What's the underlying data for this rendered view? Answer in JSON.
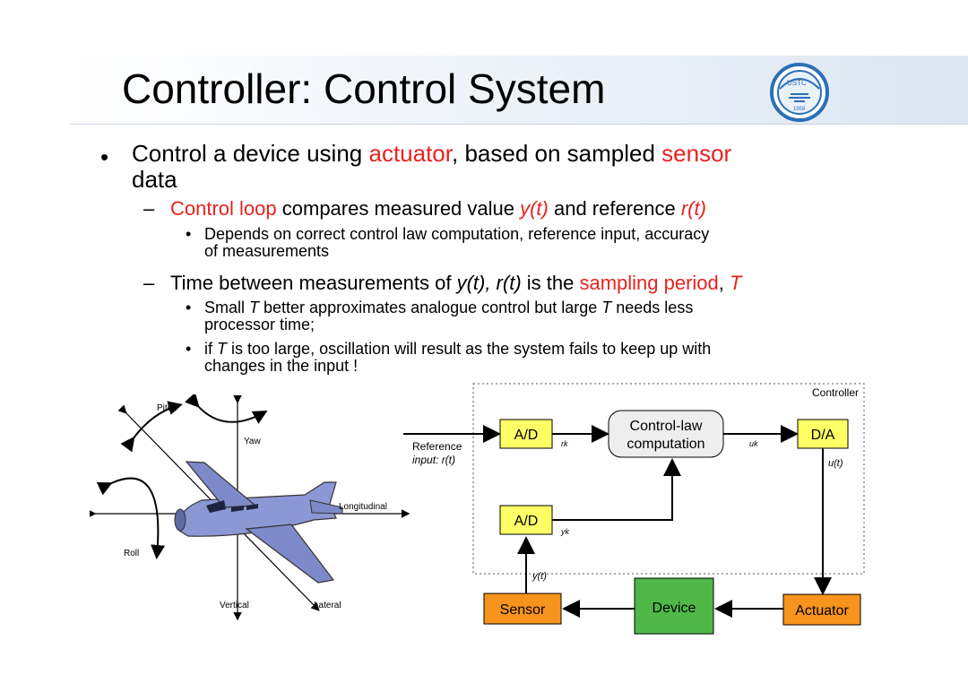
{
  "slide": {
    "title": "Controller: Control System",
    "logo_text": "USTC",
    "logo_year": "1958"
  },
  "bullets": {
    "b1_prefix": "Control a device using ",
    "b1_actuator": "actuator",
    "b1_mid": ", based on sampled ",
    "b1_sensor": "sensor",
    "b1_end": "data",
    "s1_control_loop": "Control loop",
    "s1_mid": " compares measured value ",
    "s1_yt": "y(t)",
    "s1_and": " and reference ",
    "s1_rt": "r(t)",
    "s1a_line1": "Depends on correct control law computation, reference input, accuracy",
    "s1a_line2": "of measurements",
    "s2_prefix": "Time between measurements of ",
    "s2_vars": "y(t), r(t)",
    "s2_mid": " is the ",
    "s2_sampling": "sampling period",
    "s2_comma": ", ",
    "s2_T": "T",
    "s2a_t1": "Small ",
    "s2a_T1": "T",
    "s2a_t2": " better approximates analogue control but large ",
    "s2a_T2": "T",
    "s2a_t3": " needs less",
    "s2a_line2": "processor time;",
    "s2b_t1": "if ",
    "s2b_T": "T",
    "s2b_t2": " is too large, oscillation will result as the system fails to keep up with",
    "s2b_line2": "changes in the input !"
  },
  "airplane": {
    "pitch": "Pitch",
    "yaw": "Yaw",
    "longitudinal": "Longitudinal",
    "roll": "Roll",
    "vertical": "Vertical",
    "lateral": "Lateral"
  },
  "diagram": {
    "controller": "Controller",
    "reference_line1": "Reference",
    "reference_line2": "input: r(t)",
    "ad_top": "A/D",
    "rk": "rk",
    "law_line1": "Control-law",
    "law_line2": "computation",
    "uk": "uk",
    "da": "D/A",
    "ut": "u(t)",
    "ad_bottom": "A/D",
    "yk": "yk",
    "yt": "y(t)",
    "sensor": "Sensor",
    "device": "Device",
    "actuator": "Actuator"
  },
  "colors": {
    "red_text": "#e8221e",
    "ad_box": "#ffff66",
    "sensor_box": "#f7941d",
    "device_box": "#4fb848",
    "plane_body": "#8c98d4"
  }
}
